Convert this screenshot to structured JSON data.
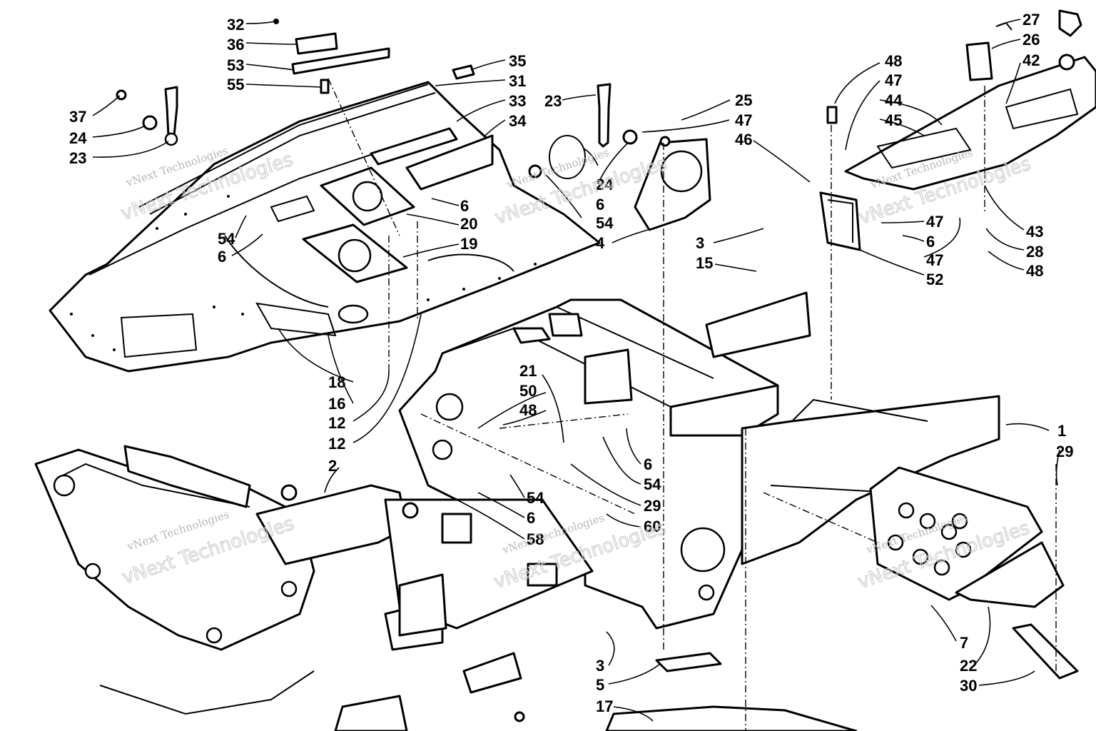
{
  "diagram": {
    "watermark": {
      "line1": "vNext Technologies",
      "line2": "vNext Technologies"
    },
    "callouts": [
      "32",
      "36",
      "53",
      "55",
      "35",
      "31",
      "33",
      "34",
      "37",
      "24",
      "23",
      "54",
      "6",
      "20",
      "19",
      "23",
      "6",
      "25",
      "47",
      "46",
      "24",
      "6",
      "54",
      "4",
      "3",
      "15",
      "48",
      "47",
      "44",
      "45",
      "27",
      "26",
      "42",
      "47",
      "6",
      "47",
      "48",
      "43",
      "28",
      "52",
      "18",
      "16",
      "12",
      "12",
      "2",
      "21",
      "50",
      "48",
      "6",
      "54",
      "29",
      "60",
      "54",
      "6",
      "58",
      "1",
      "29",
      "7",
      "22",
      "30",
      "3",
      "5",
      "17"
    ]
  }
}
